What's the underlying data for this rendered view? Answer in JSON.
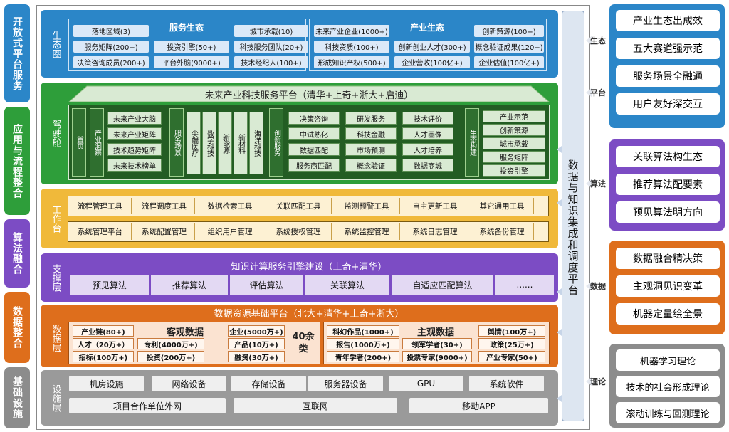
{
  "left_labels": [
    "开放式平台服务",
    "应用与流程整合",
    "算法融合",
    "数据整合",
    "基础设施"
  ],
  "eco": {
    "label": "生态圈",
    "service": {
      "title": "服务生态",
      "items": [
        "落地区域(3)",
        "城市承载(10)",
        "服务矩阵(200+)",
        "投资引擎(50+)",
        "科技服务团队(20+)",
        "决策咨询成员(200+)",
        "平台外脑(9000+)",
        "技术经纪人(100+)"
      ]
    },
    "industry": {
      "title": "产业生态",
      "items": [
        "未来产业企业(1000+)",
        "创新策源(100+)",
        "科技资质(100+)",
        "创新创业人才(300+)",
        "概念验证成果(120+)",
        "形成知识产权(500+)",
        "企业营收(100亿+)",
        "企业估值(100亿+)"
      ]
    }
  },
  "cockpit": {
    "label": "驾驶舱",
    "banner": "未来产业科技服务平台（清华+上奇+浙大+启迪）",
    "home": "首页",
    "insight": "产业洞察",
    "insight_items": [
      "未来产业大脑",
      "未来产业矩阵",
      "技术趋势矩阵",
      "未来技术榜单"
    ],
    "scene": "服务场景",
    "scene_items": [
      "尖端医疗",
      "数字科技",
      "新能源",
      "新材料",
      "海洋科技"
    ],
    "innov": "创新服务",
    "innov_items": [
      "决策咨询",
      "研发服务",
      "技术评价",
      "中试熟化",
      "科技金融",
      "人才画像",
      "数据匹配",
      "市场预测",
      "人才培养",
      "服务商匹配",
      "概念验证",
      "数据商城"
    ],
    "eco_build": "生态构建",
    "eco_items": [
      "产业示范",
      "创新策源",
      "城市承载",
      "服务矩阵",
      "投资引擎"
    ]
  },
  "workbench": {
    "label": "工作台",
    "row1": [
      "流程管理工具",
      "流程调度工具",
      "数据检索工具",
      "关联匹配工具",
      "监测预警工具",
      "自主更新工具",
      "其它通用工具"
    ],
    "row2": [
      "系统管理平台",
      "系统配置管理",
      "组织用户管理",
      "系统授权管理",
      "系统监控管理",
      "系统日志管理",
      "系统备份管理"
    ]
  },
  "support": {
    "label": "支撑层",
    "title": "知识计算服务引擎建设（上奇+清华）",
    "items": [
      "预见算法",
      "推荐算法",
      "评估算法",
      "关联算法",
      "自适应匹配算法",
      "......"
    ]
  },
  "data": {
    "label": "数据层",
    "title": "数据资源基础平台（北大+清华+上奇+浙大）",
    "objective": {
      "title": "客观数据",
      "items": [
        "产业链(80+)",
        "企业(5000万+)",
        "人才（20万+）",
        "专利(4000万+)",
        "产品(10万+)",
        "招标(100万+)",
        "投资(200万+)",
        "融资(30万+)"
      ]
    },
    "count": "40余类",
    "subjective": {
      "title": "主观数据",
      "items": [
        "科幻作品(1000+)",
        "舆情(100万+)",
        "报告(1000万+)",
        "领军学者(30+)",
        "政策(25万+)",
        "青年学者(200+)",
        "投票专家(9000+)",
        "产业专家(50+)"
      ]
    }
  },
  "infra": {
    "label": "设施层",
    "row1": [
      "机房设施",
      "网络设备",
      "存储设备",
      "服务器设备",
      "GPU",
      "系统软件"
    ],
    "row2": [
      "项目合作单位外网",
      "互联网",
      "移动APP"
    ]
  },
  "center": "数据与知识集成和调度平台",
  "right": {
    "arrows": [
      "生态",
      "平台",
      "算法",
      "数据",
      "理论"
    ],
    "g1": [
      "产业生态出成效",
      "五大赛道强示范",
      "服务场景全融通",
      "用户友好深交互"
    ],
    "g2": [
      "关联算法构生态",
      "推荐算法配要素",
      "预见算法明方向"
    ],
    "g3": [
      "数据融合精决策",
      "主观洞见识变革",
      "机器定量绘全景"
    ],
    "g4": [
      "机器学习理论",
      "技术的社会形成理论",
      "滚动训练与回测理论"
    ]
  },
  "colors": {
    "blue": "#2b86c8",
    "green": "#2e9e3a",
    "yellow": "#f0b93a",
    "purple": "#7c4cc4",
    "orange": "#de6e1c",
    "gray": "#9a9a9a"
  }
}
